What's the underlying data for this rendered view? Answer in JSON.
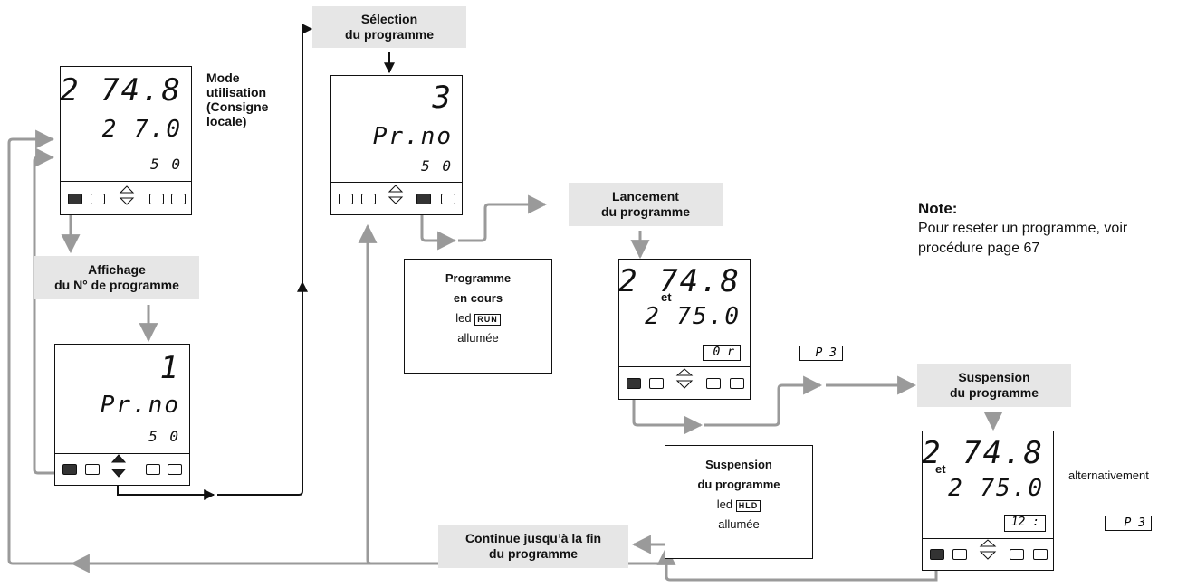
{
  "labels": {
    "mode": [
      "Mode",
      "utilisation",
      "(Consigne",
      "locale)"
    ],
    "affichage": [
      "Affichage",
      "du N° de programme"
    ],
    "selection": [
      "Sélection",
      "du programme"
    ],
    "lancement": [
      "Lancement",
      "du programme"
    ],
    "suspension_top": [
      "Suspension",
      "du programme"
    ],
    "continue": [
      "Continue jusqu’à la fin",
      "du programme"
    ]
  },
  "note": {
    "title": "Note:",
    "text": [
      "Pour reseter un programme, voir",
      "procédure page 67"
    ]
  },
  "panels": {
    "mode": {
      "top": "2 74.8",
      "mid": "2 7.0",
      "bottom": "5 0"
    },
    "program_number": {
      "top": "1",
      "mid": "Pr.no",
      "bottom": "5 0"
    },
    "selection": {
      "top": "3",
      "mid": "Pr.no",
      "bottom": "5 0"
    },
    "running": {
      "top": "2 74.8",
      "et": "et",
      "mid": "2 75.0",
      "box": "0 r"
    },
    "hold": {
      "top": "2 74.8",
      "et": "et",
      "mid": "2 75.0",
      "box": "12 :"
    }
  },
  "info_running": {
    "l1": "Programme",
    "l2": "en cours",
    "led_prefix": "led",
    "led": "RUN",
    "l4": "allumée"
  },
  "info_hold": {
    "l1": "Suspension",
    "l2": "du programme",
    "led_prefix": "led",
    "led": "HLD",
    "l4": "allumée"
  },
  "alt_box_running": "P 3",
  "alt_box_hold": "P 3",
  "alternativement": "alternativement",
  "colors": {
    "arrow_grey": "#9a9a9a",
    "arrow_black": "#111111",
    "label_bg": "#e6e6e6"
  }
}
